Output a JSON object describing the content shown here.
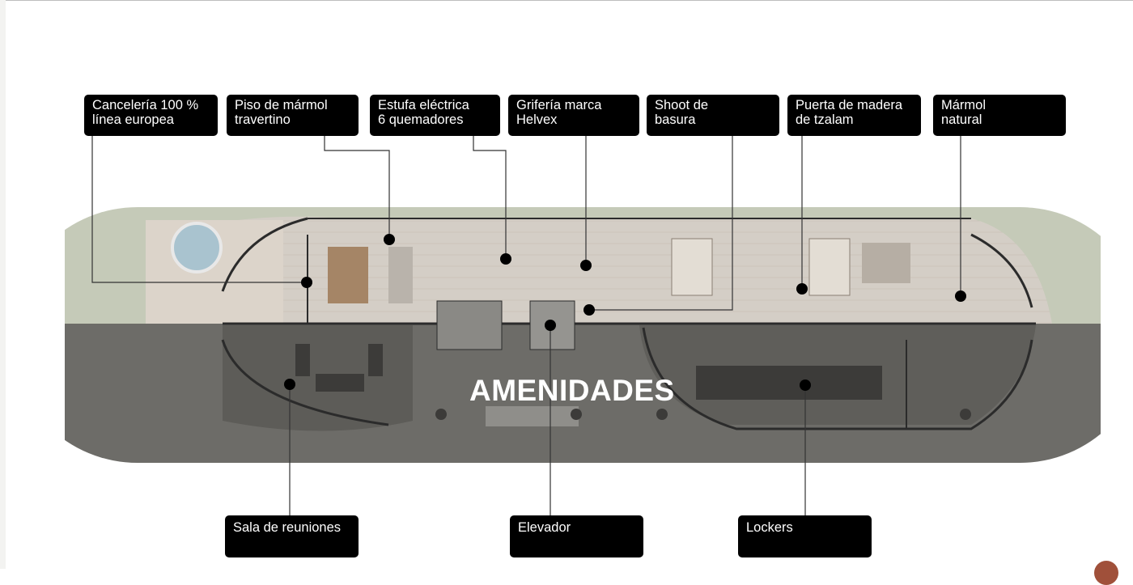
{
  "callouts_top": {
    "canceleria": {
      "line1": "Cancelería 100 %",
      "line2": "línea europea"
    },
    "piso": {
      "line1": "Piso de mármol",
      "line2": "travertino"
    },
    "estufa": {
      "line1": "Estufa eléctrica",
      "line2": "6 quemadores"
    },
    "griferia": {
      "line1": "Grifería marca",
      "line2": "Helvex"
    },
    "shoot": {
      "line1": "Shoot de",
      "line2": "basura"
    },
    "puerta": {
      "line1": "Puerta de madera",
      "line2": "de tzalam"
    },
    "marmol": {
      "line1": "Mármol",
      "line2": "natural"
    }
  },
  "callouts_bottom": {
    "sala": "Sala de reuniones",
    "elevador": "Elevador",
    "lockers": "Lockers"
  },
  "amenities_title": "AMENIDADES",
  "colors": {
    "label_bg": "#000000",
    "label_text": "#ffffff",
    "leader_line": "#333333",
    "floor_upper": "#d6d1cb",
    "floor_lower": "#6b6a66",
    "grass": "#c5cab8",
    "accent_badge": "#a0503a"
  }
}
